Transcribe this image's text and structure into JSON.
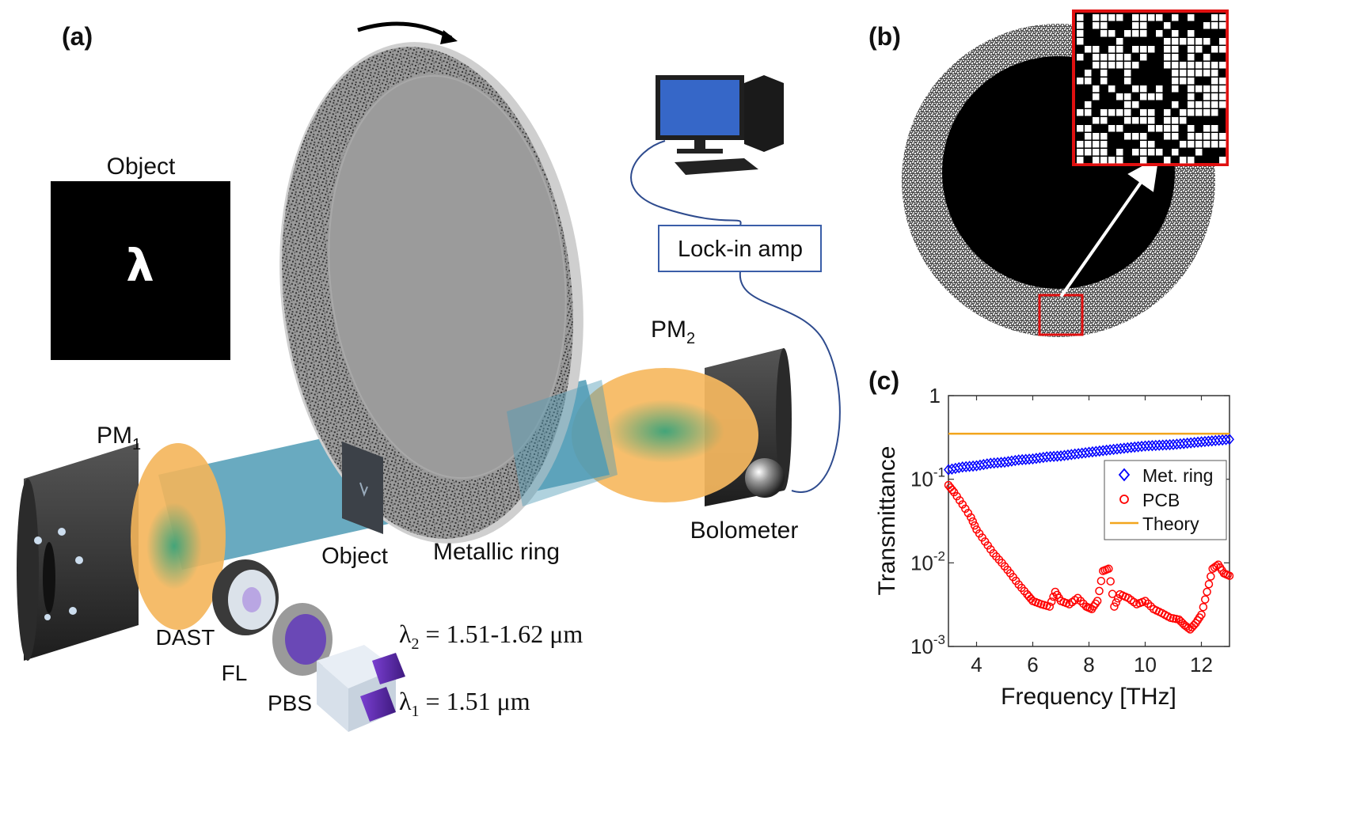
{
  "panels": {
    "a": "(a)",
    "b": "(b)",
    "c": "(c)"
  },
  "setup": {
    "object_inset_title": "Object",
    "object_symbol": "λ",
    "pm1_base": "PM",
    "pm1_sub": "1",
    "pm2_base": "PM",
    "pm2_sub": "2",
    "object_label": "Object",
    "metallic_ring": "Metallic ring",
    "bolometer": "Bolometer",
    "lockin": "Lock-in amp",
    "dast": "DAST",
    "fl": "FL",
    "pbs": "PBS",
    "lambda2_sym": "λ",
    "lambda2_sub": "2",
    "lambda2_val": " = 1.51-1.62 μm",
    "lambda1_sym": "λ",
    "lambda1_sub": "1",
    "lambda1_val": " = 1.51 μm"
  },
  "colors": {
    "beam_blue": "#4f9bb5",
    "mirror_orange": "#f4b55a",
    "met_ring": "#0000ff",
    "pcb": "#ff0000",
    "theory": "#f2a51c",
    "inset_frame": "#e01010"
  },
  "chart_data": {
    "type": "scatter",
    "ylabel": "Transmittance",
    "xlabel": "Frequency [THz]",
    "xlim": [
      3,
      13
    ],
    "ylim": [
      0.001,
      1
    ],
    "yscale": "log",
    "xticks": [
      "4",
      "6",
      "8",
      "10",
      "12"
    ],
    "xtick_values": [
      4,
      6,
      8,
      10,
      12
    ],
    "yticks": [
      {
        "base": "1",
        "exp": ""
      },
      {
        "base": "10",
        "exp": "-1"
      },
      {
        "base": "10",
        "exp": "-2"
      },
      {
        "base": "10",
        "exp": "-3"
      }
    ],
    "ytick_values": [
      1,
      0.1,
      0.01,
      0.001
    ],
    "legend_position": "right",
    "series": [
      {
        "name": "Met. ring",
        "marker": "diamond",
        "color": "#0000ff",
        "x": [
          3.0,
          3.5,
          4.0,
          4.5,
          5.0,
          5.5,
          6.0,
          6.5,
          7.0,
          7.5,
          8.0,
          8.5,
          9.0,
          9.5,
          10.0,
          10.5,
          11.0,
          11.5,
          12.0,
          12.5,
          13.0
        ],
        "y": [
          0.13,
          0.14,
          0.145,
          0.155,
          0.16,
          0.17,
          0.175,
          0.185,
          0.19,
          0.2,
          0.21,
          0.22,
          0.23,
          0.24,
          0.25,
          0.255,
          0.26,
          0.27,
          0.28,
          0.29,
          0.3
        ]
      },
      {
        "name": "PCB",
        "marker": "circle",
        "color": "#ff0000",
        "x": [
          3.0,
          3.2,
          3.5,
          3.8,
          4.0,
          4.3,
          4.6,
          4.9,
          5.2,
          5.5,
          5.8,
          6.0,
          6.3,
          6.6,
          6.8,
          7.0,
          7.3,
          7.6,
          7.9,
          8.1,
          8.3,
          8.5,
          8.7,
          8.9,
          9.1,
          9.4,
          9.7,
          10.0,
          10.3,
          10.6,
          10.9,
          11.2,
          11.4,
          11.6,
          11.8,
          12.0,
          12.2,
          12.4,
          12.6,
          12.8,
          13.0
        ],
        "y": [
          0.085,
          0.07,
          0.05,
          0.035,
          0.025,
          0.018,
          0.013,
          0.01,
          0.0075,
          0.0055,
          0.0042,
          0.0035,
          0.0032,
          0.003,
          0.0045,
          0.0035,
          0.0032,
          0.0038,
          0.003,
          0.0028,
          0.0035,
          0.008,
          0.0085,
          0.003,
          0.0042,
          0.0038,
          0.0032,
          0.0035,
          0.0028,
          0.0025,
          0.0022,
          0.0021,
          0.0018,
          0.0016,
          0.0019,
          0.0024,
          0.0045,
          0.0085,
          0.0095,
          0.0075,
          0.007
        ]
      },
      {
        "name": "Theory",
        "marker": "line",
        "color": "#f2a51c",
        "x": [
          3,
          13
        ],
        "y": [
          0.35,
          0.35
        ]
      }
    ]
  }
}
